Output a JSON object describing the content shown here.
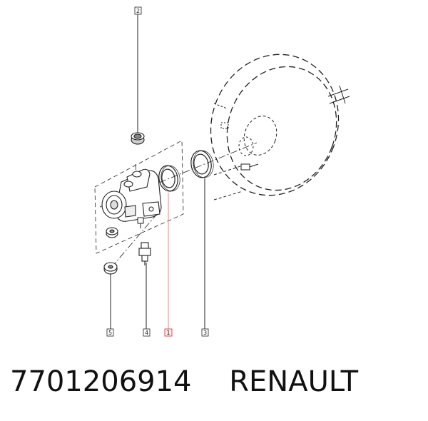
{
  "callouts": [
    {
      "id": "2",
      "highlighted": false
    },
    {
      "id": "5",
      "highlighted": false
    },
    {
      "id": "4",
      "highlighted": false
    },
    {
      "id": "1",
      "highlighted": true
    },
    {
      "id": "3",
      "highlighted": false
    }
  ],
  "caption": {
    "part_number": "7701206914",
    "brand": "RENAULT"
  },
  "colors": {
    "line": "#222222",
    "highlight": "#d9534f",
    "highlight_fill": "#fde8e8"
  }
}
